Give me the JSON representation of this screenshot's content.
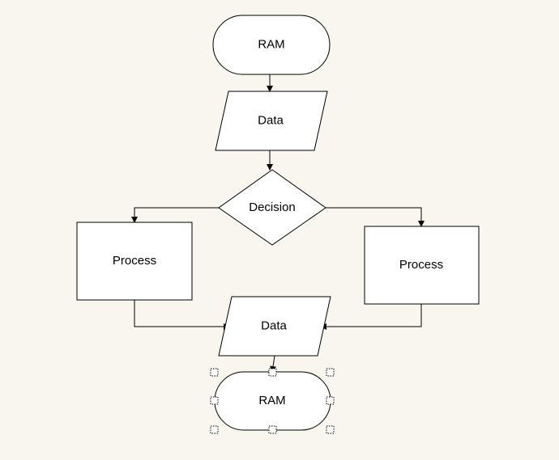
{
  "diagram": {
    "type": "flowchart",
    "colors": {
      "canvas": "#f9f6f0",
      "shape_fill": "#ffffff",
      "stroke": "#000000"
    },
    "nodes": {
      "start": {
        "shape": "terminator",
        "label": "RAM"
      },
      "data_in": {
        "shape": "data",
        "label": "Data"
      },
      "decision": {
        "shape": "decision",
        "label": "Decision"
      },
      "process_left": {
        "shape": "process",
        "label": "Process"
      },
      "process_right": {
        "shape": "process",
        "label": "Process"
      },
      "data_out": {
        "shape": "data",
        "label": "Data"
      },
      "end": {
        "shape": "terminator",
        "label": "RAM",
        "selected": true
      }
    },
    "edges": [
      {
        "from": "start",
        "to": "data_in"
      },
      {
        "from": "data_in",
        "to": "decision"
      },
      {
        "from": "decision",
        "to": "process_left"
      },
      {
        "from": "decision",
        "to": "process_right"
      },
      {
        "from": "process_left",
        "to": "data_out"
      },
      {
        "from": "process_right",
        "to": "data_out"
      },
      {
        "from": "data_out",
        "to": "end"
      }
    ]
  }
}
